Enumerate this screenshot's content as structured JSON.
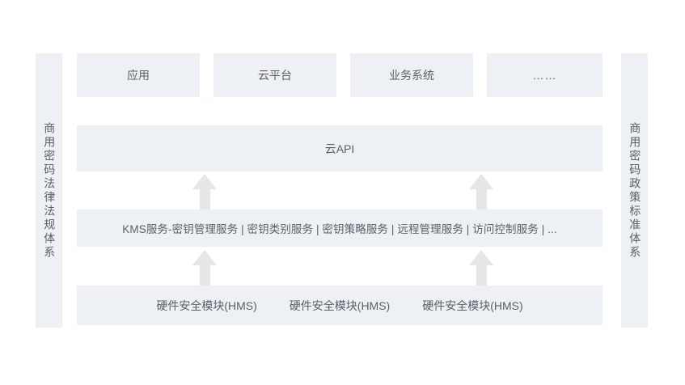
{
  "diagram": {
    "left_pillar": {
      "label": "商用密码法律法规体系"
    },
    "right_pillar": {
      "label": "商用密码政策标准体系"
    },
    "top_row": {
      "items": [
        {
          "label": "应用"
        },
        {
          "label": "云平台"
        },
        {
          "label": "业务系统"
        },
        {
          "label": "……"
        }
      ]
    },
    "api_row": {
      "label": "云API"
    },
    "kms_row": {
      "label": "KMS服务-密钥管理服务 | 密钥类别服务 | 密钥策略服务 | 远程管理服务 | 访问控制服务 | ..."
    },
    "hms_row": {
      "items": [
        {
          "label": "硬件安全模块(HMS)"
        },
        {
          "label": "硬件安全模块(HMS)"
        },
        {
          "label": "硬件安全模块(HMS)"
        }
      ]
    },
    "arrows": [
      {
        "name": "kms-to-api-left"
      },
      {
        "name": "kms-to-api-right"
      },
      {
        "name": "hms-to-kms-left"
      },
      {
        "name": "hms-to-kms-right"
      }
    ],
    "colors": {
      "panel_fill": "#edf0f5",
      "arrow_fill": "#e4e6e8",
      "text": "#5c6066",
      "background": "#ffffff"
    }
  }
}
